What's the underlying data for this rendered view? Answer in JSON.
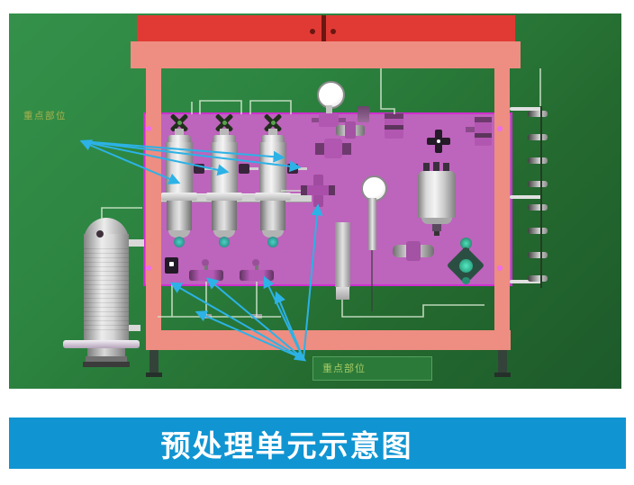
{
  "caption": {
    "title": "预处理单元示意图"
  },
  "photo": {
    "annotations": {
      "top_label": "重点部位",
      "bottom_label": "重点部位"
    }
  },
  "colors": {
    "background_green": "#2c8440",
    "panel_pink": "#bd64bc",
    "panel_border_magenta": "#d433d4",
    "frame_salmon": "#ee8d81",
    "frame_red": "#e13a34",
    "arrow_cyan": "#2cb2e6",
    "caption_blue": "#1095d2",
    "label_box_green": "#2c7a3a",
    "label_text_green": "#a7cb63",
    "teal_valve": "#3ecfae"
  }
}
